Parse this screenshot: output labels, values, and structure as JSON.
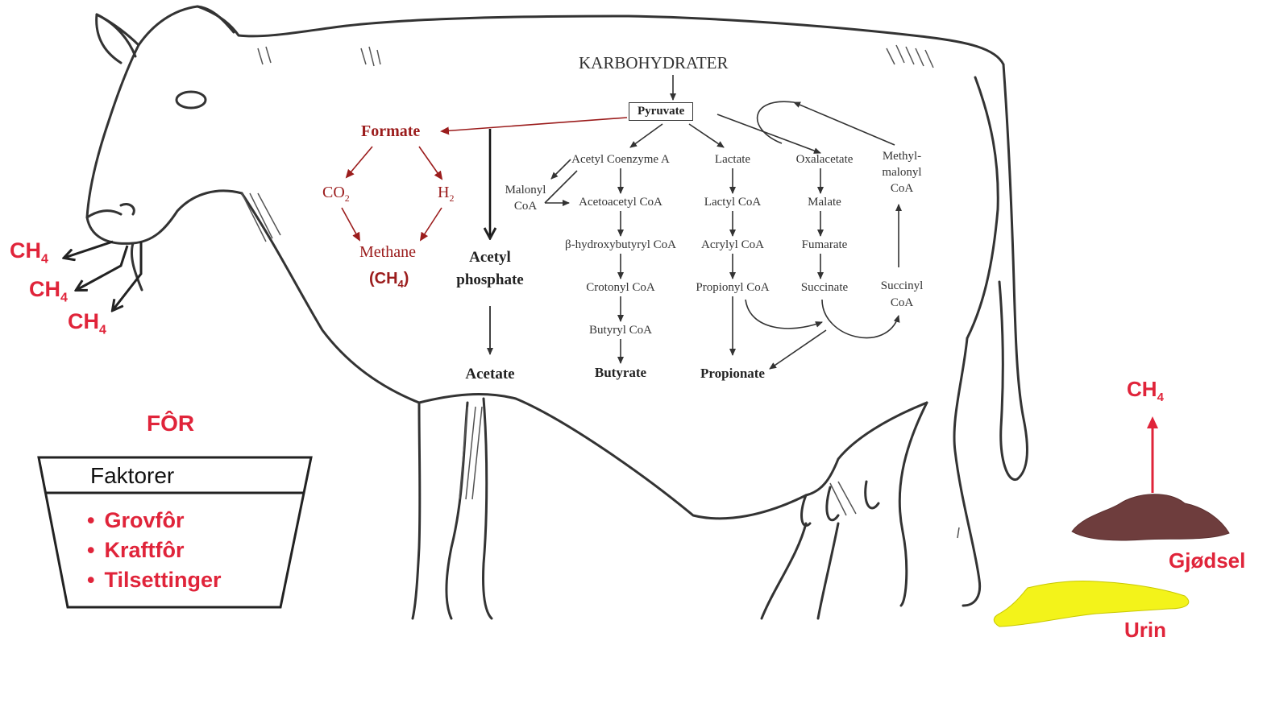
{
  "pathway": {
    "top": "KARBOHYDRATER",
    "pyruvate": "Pyruvate",
    "formate": "Formate",
    "co2": "CO",
    "co2_sub": "2",
    "h2": "H",
    "h2_sub": "2",
    "methane": "Methane",
    "methane_formula": "(CH",
    "methane_sub": "4",
    "methane_close": ")",
    "acetyl_phosphate_1": "Acetyl",
    "acetyl_phosphate_2": "phosphate",
    "acetate": "Acetate",
    "malonyl_1": "Malonyl",
    "malonyl_2": "CoA",
    "acetyl_coa": "Acetyl Coenzyme A",
    "acetoacetyl_coa": "Acetoacetyl CoA",
    "hydroxybutyryl_coa": "β-hydroxybutyryl CoA",
    "crotonyl_coa": "Crotonyl CoA",
    "butyryl_coa": "Butyryl CoA",
    "butyrate": "Butyrate",
    "lactate": "Lactate",
    "lactyl_coa": "Lactyl CoA",
    "acrylyl_coa": "Acrylyl CoA",
    "propionyl_coa": "Propionyl CoA",
    "propionate": "Propionate",
    "oxalacetate": "Oxalacetate",
    "malate": "Malate",
    "fumarate": "Fumarate",
    "succinate": "Succinate",
    "methylmalonyl_1": "Methyl-",
    "methylmalonyl_2": "malonyl",
    "methylmalonyl_3": "CoA",
    "succinyl_1": "Succinyl",
    "succinyl_2": "CoA"
  },
  "emissions": {
    "ch4_text": "CH",
    "ch4_sub": "4"
  },
  "feed": {
    "title": "FÔR",
    "header": "Faktorer",
    "items": [
      "Grovfôr",
      "Kraftfôr",
      "Tilsettinger"
    ]
  },
  "manure": {
    "gjodsel": "Gjødsel",
    "urin": "Urin"
  },
  "colors": {
    "red": "#e0243a",
    "dark_red": "#9b1c1c",
    "manure": "#6e3d3d",
    "urine": "#f3f31a",
    "line": "#333333"
  }
}
